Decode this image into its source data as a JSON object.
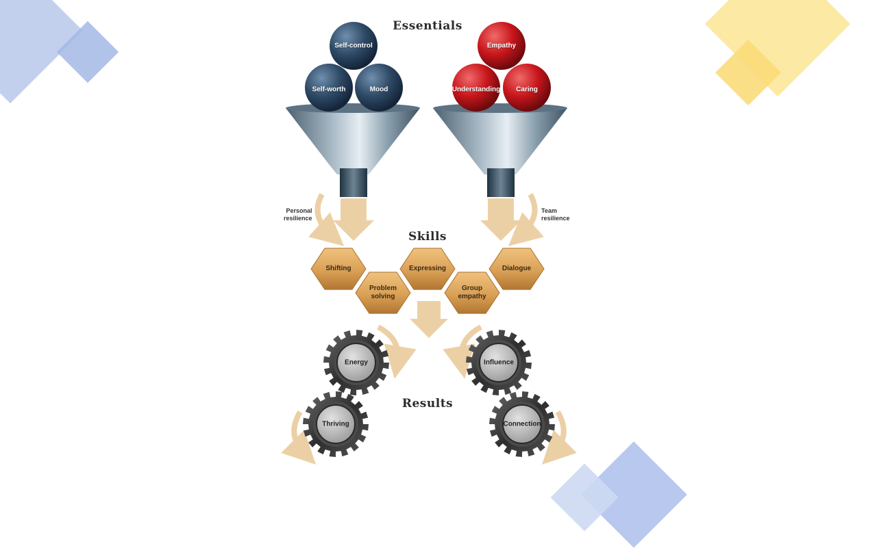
{
  "headings": {
    "essentials": "Essentials",
    "skills": "Skills",
    "results": "Results"
  },
  "essentials_left": {
    "top": "Self-control",
    "left": "Self-worth",
    "right": "Mood"
  },
  "essentials_right": {
    "top": "Empathy",
    "left": "Understanding",
    "right": "Caring"
  },
  "resilience": {
    "personal_line1": "Personal",
    "personal_line2": "resilience",
    "team_line1": "Team",
    "team_line2": "resilience"
  },
  "skills": {
    "shifting": "Shifting",
    "problem_solving_line1": "Problem",
    "problem_solving_line2": "solving",
    "expressing": "Expressing",
    "group_empathy_line1": "Group",
    "group_empathy_line2": "empathy",
    "dialogue": "Dialogue"
  },
  "results": {
    "energy": "Energy",
    "influence": "Influence",
    "thriving": "Thriving",
    "connection": "Connection"
  },
  "colors": {
    "blue_ball": "#2f4a66",
    "red_ball": "#c8161b",
    "hex": "#d9a056",
    "arrow": "#ecd0a5",
    "gear": "#3e3e3e",
    "gear_center": "#bdbdbd",
    "funnel": "#7f95a4",
    "deco_blue": "#b7c7ec",
    "deco_yellow": "#fbe48c"
  }
}
